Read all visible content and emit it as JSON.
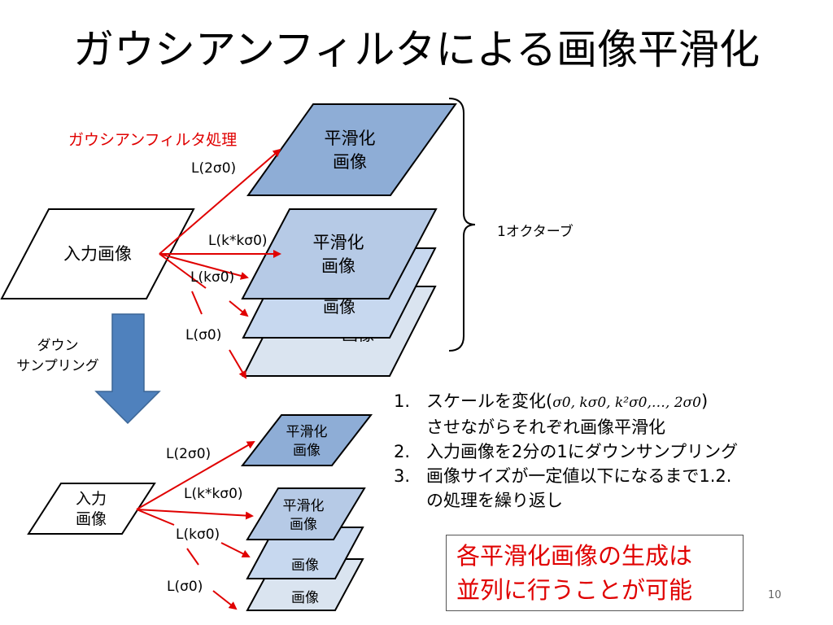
{
  "title": "ガウシアンフィルタによる画像平滑化",
  "colors": {
    "arrow_red": "#e00000",
    "dark_blue": "#8eadd6",
    "mid_blue": "#b6cae6",
    "light_blue": "#c7d8ef",
    "pale_blue": "#dae4f0",
    "down_arrow": "#4f81bd"
  },
  "top": {
    "input_label": "入力画像",
    "filter_caption": "ガウシアンフィルタ処理",
    "labels": {
      "l_2s0": "L(2σ0)",
      "l_kks0": "L(k*kσ0)",
      "l_ks0": "L(kσ0)",
      "l_s0": "L(σ0)"
    },
    "image_text": {
      "line1": "平滑化",
      "line2": "画像",
      "hidden_partial": "画像"
    }
  },
  "octave_label": "1オクターブ",
  "downsample_label": {
    "line1": "ダウン",
    "line2": "サンプリング"
  },
  "bottom": {
    "input_line1": "入力",
    "input_line2": "画像",
    "labels": {
      "l_2s0": "L(2σ0)",
      "l_kks0": "L(k*kσ0)",
      "l_ks0": "L(kσ0)",
      "l_s0": "L(σ0)"
    },
    "image_text": {
      "line1": "平滑化",
      "line2": "画像"
    }
  },
  "steps": [
    {
      "num": "1.",
      "text_pre": "スケールを変化(",
      "formula": "σ0, kσ0, k²σ0,…, 2σ0",
      "text_post": ")",
      "line2": "させながらそれぞれ画像平滑化"
    },
    {
      "num": "2.",
      "text": "入力画像を2分の1にダウンサンプリング"
    },
    {
      "num": "3.",
      "text": "画像サイズが一定値以下になるまで1.2.",
      "line2": "の処理を繰り返し"
    }
  ],
  "note": {
    "line1": "各平滑化画像の生成は",
    "line2": "並列に行うことが可能"
  },
  "page_number": "10"
}
